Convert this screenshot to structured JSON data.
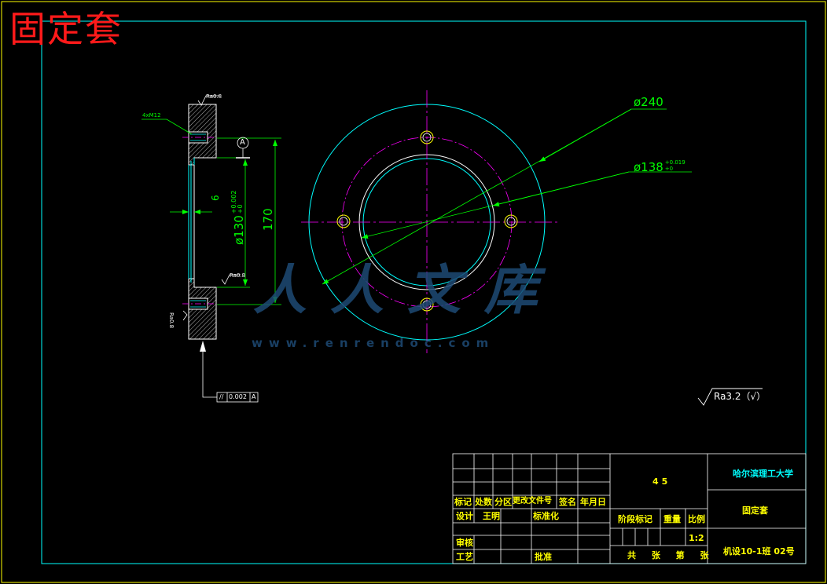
{
  "page_title": "固定套",
  "dimensions": {
    "outer_diameter": "ø240",
    "bore_diameter": "ø138",
    "bore_tol_upper": "+0.019",
    "bore_tol_lower": "+0",
    "side_bore": "ø130",
    "side_bore_tol_upper": "+0.002",
    "side_bore_tol_lower": "+0",
    "height": "170",
    "thread": "4xM12",
    "depth": "6",
    "datum": "A",
    "roughness_1": "Ra0.8",
    "roughness_2": "Ra0.8",
    "roughness_3": "Ra0.8"
  },
  "tolerance_frame": {
    "symbol": "//",
    "value": "0.002",
    "datum": "A"
  },
  "general_roughness": "Ra3.2（√）",
  "title_block": {
    "hdr_mark": "标记",
    "hdr_count": "处数",
    "hdr_zone": "分区",
    "hdr_doc": "更改文件号",
    "hdr_sign": "签名",
    "hdr_date": "年月日",
    "design": "设计",
    "designer": "王明",
    "standard": "标准化",
    "review": "审核",
    "process": "工艺",
    "approve": "批准",
    "material": "45",
    "stage_mark": "阶段标记",
    "weight": "重量",
    "scale_label": "比例",
    "scale": "1:2",
    "sheets": "共 张 第 张",
    "school": "哈尔滨理工大学",
    "part_name": "固定套",
    "drawing_no": "机设10-1班 02号"
  },
  "watermark": {
    "text": "人人文库",
    "url": "www.renrendoc.com"
  }
}
